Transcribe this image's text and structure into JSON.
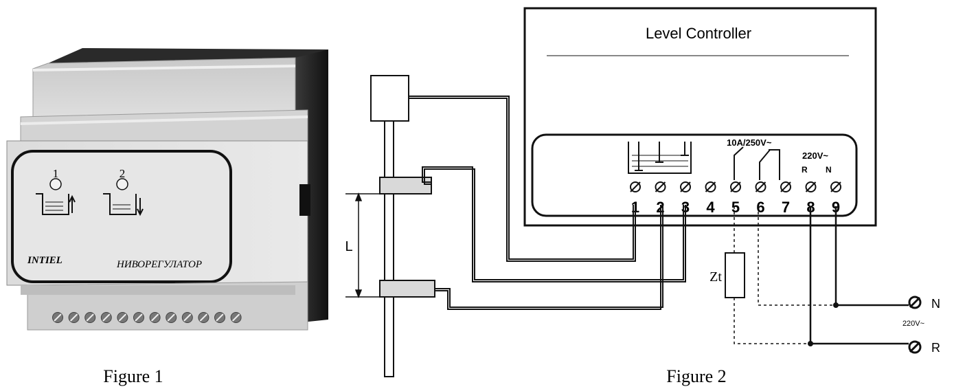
{
  "figure1": {
    "caption": "Figure 1",
    "device": {
      "brand": "INTIEL",
      "name": "НИВОРЕГУЛАТОР",
      "indicator_1": "1",
      "indicator_2": "2",
      "terminal_count": 12
    }
  },
  "figure2": {
    "caption": "Figure 2",
    "controller_title": "Level Controller",
    "relay_rating": "10A/250V~",
    "supply_rating": "220V~",
    "supply_r": "R",
    "supply_n": "N",
    "terminals": [
      "1",
      "2",
      "3",
      "4",
      "5",
      "6",
      "7",
      "8",
      "9"
    ],
    "distance_label": "L",
    "load_label": "Zt",
    "line_n": "N",
    "line_r": "R",
    "line_voltage": "220V~"
  }
}
